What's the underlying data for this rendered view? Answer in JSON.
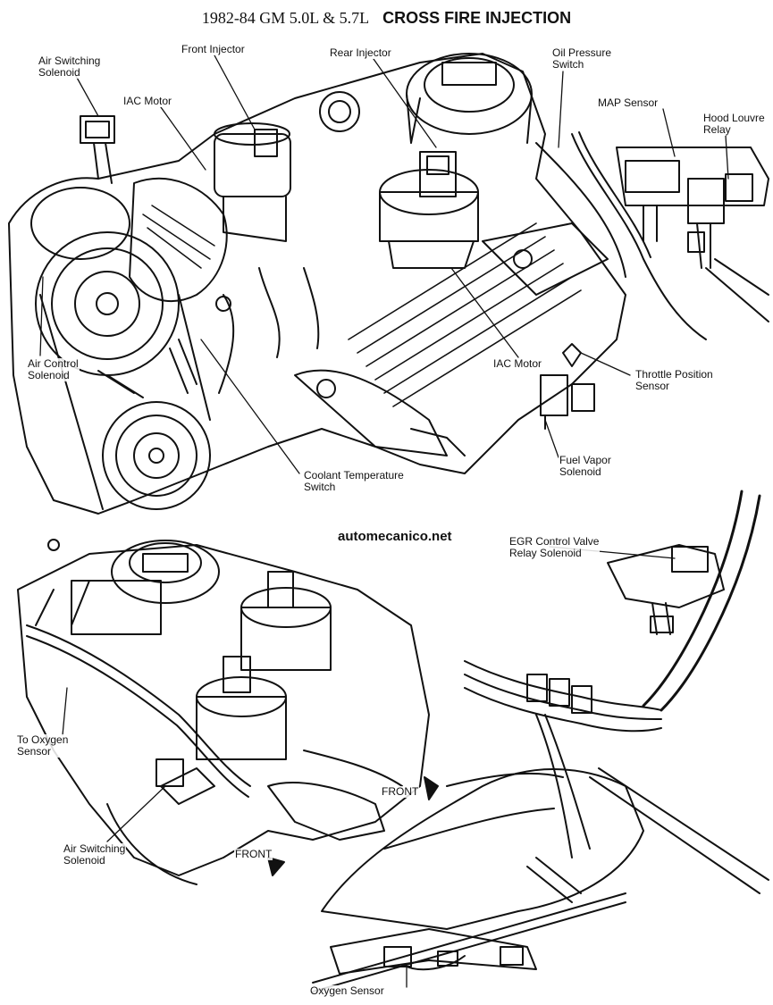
{
  "title": {
    "serif_part": "1982-84 GM 5.0L & 5.7L",
    "bold_part": "CROSS FIRE INJECTION"
  },
  "watermark": "automecanico.net",
  "top_diagram_labels": {
    "air_switching_solenoid": "Air Switching\nSolenoid",
    "front_injector": "Front Injector",
    "rear_injector": "Rear Injector",
    "oil_pressure_switch": "Oil Pressure\nSwitch",
    "iac_motor_top": "IAC Motor",
    "map_sensor": "MAP Sensor",
    "hood_louvre_relay": "Hood Louvre\nRelay",
    "air_control_solenoid": "Air Control\nSolenoid",
    "iac_motor_mid": "IAC Motor",
    "throttle_position_sensor": "Throttle Position\nSensor",
    "fuel_vapor_solenoid": "Fuel Vapor\nSolenoid",
    "coolant_temperature_switch": "Coolant Temperature\nSwitch"
  },
  "bottom_diagram_labels": {
    "egr_control_valve": "EGR Control Valve\nRelay Solenoid",
    "to_oxygen_sensor": "To Oxygen\nSensor",
    "air_switching_solenoid": "Air Switching\nSolenoid",
    "front_1": "FRONT",
    "front_2": "FRONT",
    "oxygen_sensor": "Oxygen Sensor"
  }
}
